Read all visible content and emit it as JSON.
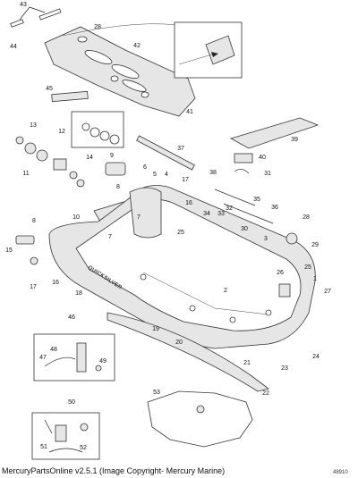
{
  "footer": {
    "text": "MercuryPartsOnline v2.5.1 (Image Copyright- Mercury Marine)"
  },
  "figure_number": "48910",
  "hull_brand": "QUICKSILVER",
  "callouts": [
    {
      "n": "43"
    },
    {
      "n": "44"
    },
    {
      "n": "28"
    },
    {
      "n": "42"
    },
    {
      "n": "41"
    },
    {
      "n": "45"
    },
    {
      "n": "13"
    },
    {
      "n": "12"
    },
    {
      "n": "11"
    },
    {
      "n": "14"
    },
    {
      "n": "9"
    },
    {
      "n": "37"
    },
    {
      "n": "39"
    },
    {
      "n": "40"
    },
    {
      "n": "31"
    },
    {
      "n": "38"
    },
    {
      "n": "6"
    },
    {
      "n": "5"
    },
    {
      "n": "4"
    },
    {
      "n": "17"
    },
    {
      "n": "8"
    },
    {
      "n": "10"
    },
    {
      "n": "8"
    },
    {
      "n": "7"
    },
    {
      "n": "16"
    },
    {
      "n": "34"
    },
    {
      "n": "32"
    },
    {
      "n": "33"
    },
    {
      "n": "35"
    },
    {
      "n": "36"
    },
    {
      "n": "30"
    },
    {
      "n": "25"
    },
    {
      "n": "7"
    },
    {
      "n": "28"
    },
    {
      "n": "29"
    },
    {
      "n": "3"
    },
    {
      "n": "15"
    },
    {
      "n": "16"
    },
    {
      "n": "17"
    },
    {
      "n": "18"
    },
    {
      "n": "2"
    },
    {
      "n": "26"
    },
    {
      "n": "25"
    },
    {
      "n": "1"
    },
    {
      "n": "27"
    },
    {
      "n": "19"
    },
    {
      "n": "20"
    },
    {
      "n": "24"
    },
    {
      "n": "21"
    },
    {
      "n": "23"
    },
    {
      "n": "46"
    },
    {
      "n": "48"
    },
    {
      "n": "47"
    },
    {
      "n": "49"
    },
    {
      "n": "22"
    },
    {
      "n": "50"
    },
    {
      "n": "53"
    },
    {
      "n": "51"
    },
    {
      "n": "52"
    }
  ]
}
